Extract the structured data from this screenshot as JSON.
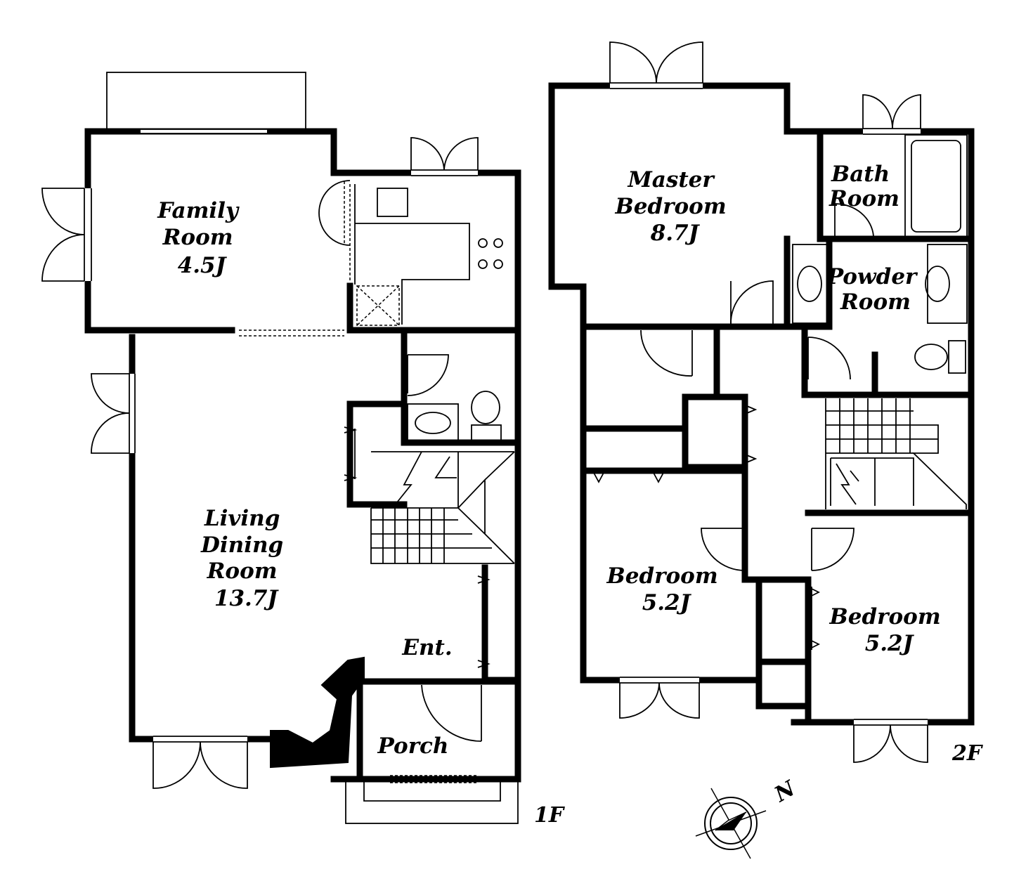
{
  "floors": {
    "first": {
      "label": "1F",
      "rooms": {
        "family": {
          "name": [
            "Family",
            "Room"
          ],
          "size": "4.5J"
        },
        "living": {
          "name": [
            "Living",
            "Dining",
            "Room"
          ],
          "size": "13.7J"
        },
        "entrance": {
          "name": [
            "Ent."
          ]
        },
        "porch": {
          "name": [
            "Porch"
          ]
        }
      }
    },
    "second": {
      "label": "2F",
      "rooms": {
        "master": {
          "name": [
            "Master",
            "Bedroom"
          ],
          "size": "8.7J"
        },
        "bath": {
          "name": [
            "Bath",
            "Room"
          ]
        },
        "powder": {
          "name": [
            "Powder",
            "Room"
          ]
        },
        "bedroom_a": {
          "name": [
            "Bedroom"
          ],
          "size": "5.2J"
        },
        "bedroom_b": {
          "name": [
            "Bedroom"
          ],
          "size": "5.2J"
        }
      }
    }
  },
  "compass": {
    "north_label": "N"
  },
  "icons": [
    "compass-icon",
    "door-swing-icon",
    "stove-burner-icon",
    "toilet-icon",
    "sink-icon",
    "bathtub-icon",
    "fireplace-icon",
    "stairs-icon"
  ]
}
